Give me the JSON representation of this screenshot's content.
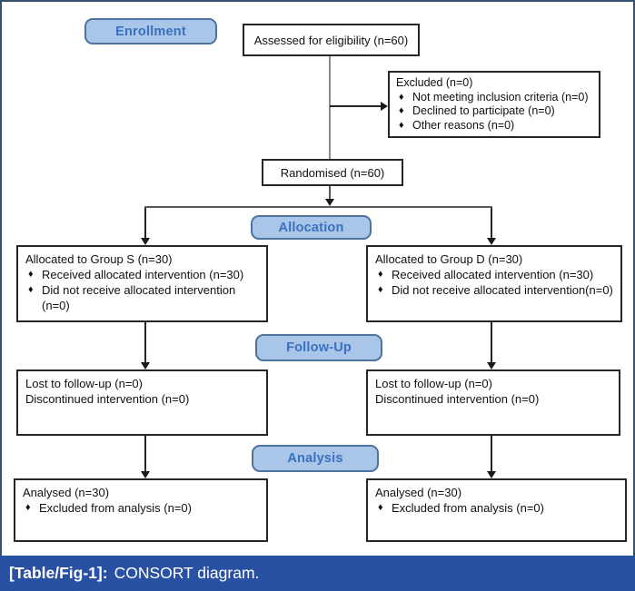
{
  "colors": {
    "frame_border": "#32506F",
    "box_border": "#262626",
    "stage_fill": "#A9C6E9",
    "stage_border": "#4D739E",
    "stage_text": "#3A70C0",
    "caption_bg": "#2851A3",
    "caption_text": "#FFFFFF",
    "connector": "#262626",
    "connector_gray": "#8C8C8C"
  },
  "glyphs": {
    "bullet": "♦"
  },
  "stages": {
    "enrollment": {
      "label": "Enrollment"
    },
    "allocation": {
      "label": "Allocation"
    },
    "followup": {
      "label": "Follow-Up"
    },
    "analysis": {
      "label": "Analysis"
    }
  },
  "boxes": {
    "assessed": {
      "title": "Assessed for eligibility (n=60)"
    },
    "excluded": {
      "title": "Excluded (n=0)",
      "items": [
        "Not meeting inclusion criteria (n=0)",
        "Declined to participate (n=0)",
        "Other reasons (n=0)"
      ]
    },
    "randomised": {
      "title": "Randomised (n=60)"
    },
    "group_s": {
      "title": "Allocated to Group S (n=30)",
      "items": [
        "Received allocated intervention (n=30)",
        "Did not receive allocated intervention (n=0)"
      ]
    },
    "group_d": {
      "title": "Allocated to Group D (n=30)",
      "items": [
        "Received allocated intervention (n=30)",
        "Did not receive allocated intervention(n=0)"
      ]
    },
    "followup_s": {
      "lines": [
        "Lost to follow-up (n=0)",
        "Discontinued intervention (n=0)"
      ]
    },
    "followup_d": {
      "lines": [
        "Lost to follow-up (n=0)",
        "Discontinued intervention (n=0)"
      ]
    },
    "analysed_s": {
      "title": "Analysed (n=30)",
      "items": [
        "Excluded from analysis (n=0)"
      ]
    },
    "analysed_d": {
      "title": "Analysed (n=30)",
      "items": [
        "Excluded from analysis (n=0)"
      ]
    }
  },
  "caption": {
    "label": "[Table/Fig-1]:",
    "text": "CONSORT diagram."
  }
}
